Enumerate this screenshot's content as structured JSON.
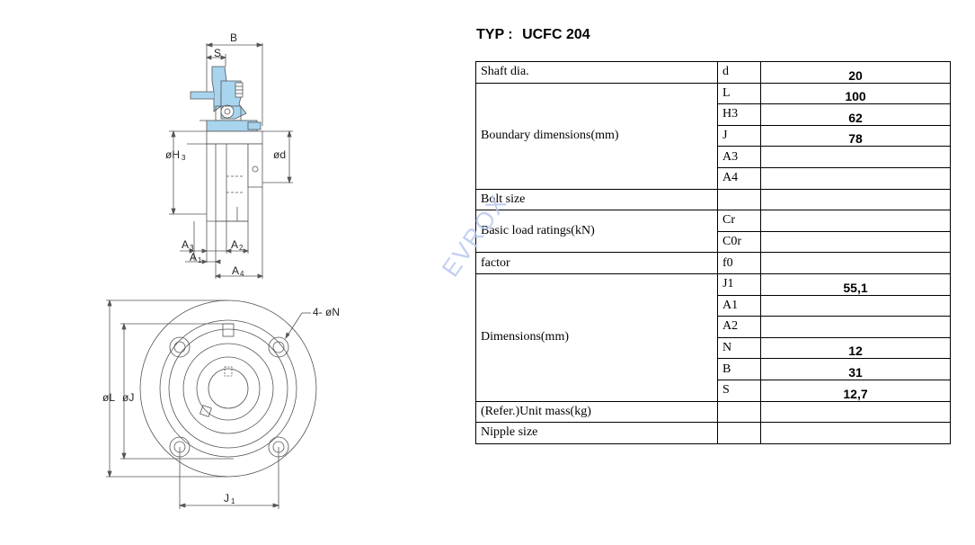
{
  "header": {
    "typ_label": "TYP :",
    "model": "UCFC 204"
  },
  "drawing": {
    "labels": {
      "B": "B",
      "S": "S",
      "H3": "øH",
      "H3_sub": "3",
      "d": "ød",
      "A3": "A",
      "A3_sub": "3",
      "A2": "A",
      "A2_sub": "2",
      "A1": "A",
      "A1_sub": "1",
      "A4": "A",
      "A4_sub": "4",
      "N": "4- øN",
      "L": "øL",
      "J": "øJ",
      "J1": "J",
      "J1_sub": "1"
    },
    "colors": {
      "housing_blue": "#a8d4ee",
      "line": "#555555"
    }
  },
  "table": {
    "rows": [
      {
        "label": "Shaft dia.",
        "symbol": "d",
        "value": "20"
      },
      {
        "label": "Boundary dimensions(mm)",
        "symbol": "L",
        "value": "100"
      },
      {
        "symbol": "H3",
        "value": "62"
      },
      {
        "symbol": "J",
        "value": "78"
      },
      {
        "symbol": "A3",
        "value": ""
      },
      {
        "symbol": "A4",
        "value": ""
      },
      {
        "label": "Bolt size",
        "symbol": "",
        "value": ""
      },
      {
        "label": "Basic load ratings(kN)",
        "symbol": "Cr",
        "value": ""
      },
      {
        "symbol": "C0r",
        "value": ""
      },
      {
        "label": "factor",
        "symbol": "f0",
        "value": ""
      },
      {
        "label": "Dimensions(mm)",
        "symbol": "J1",
        "value": "55,1"
      },
      {
        "symbol": "A1",
        "value": ""
      },
      {
        "symbol": "A2",
        "value": ""
      },
      {
        "symbol": "N",
        "value": "12"
      },
      {
        "symbol": "B",
        "value": "31"
      },
      {
        "symbol": "S",
        "value": "12,7"
      },
      {
        "label": "(Refer.)Unit mass(kg)",
        "symbol": "",
        "value": ""
      },
      {
        "label": "Nipple size",
        "symbol": "",
        "value": ""
      }
    ]
  },
  "watermark": "EVROX"
}
